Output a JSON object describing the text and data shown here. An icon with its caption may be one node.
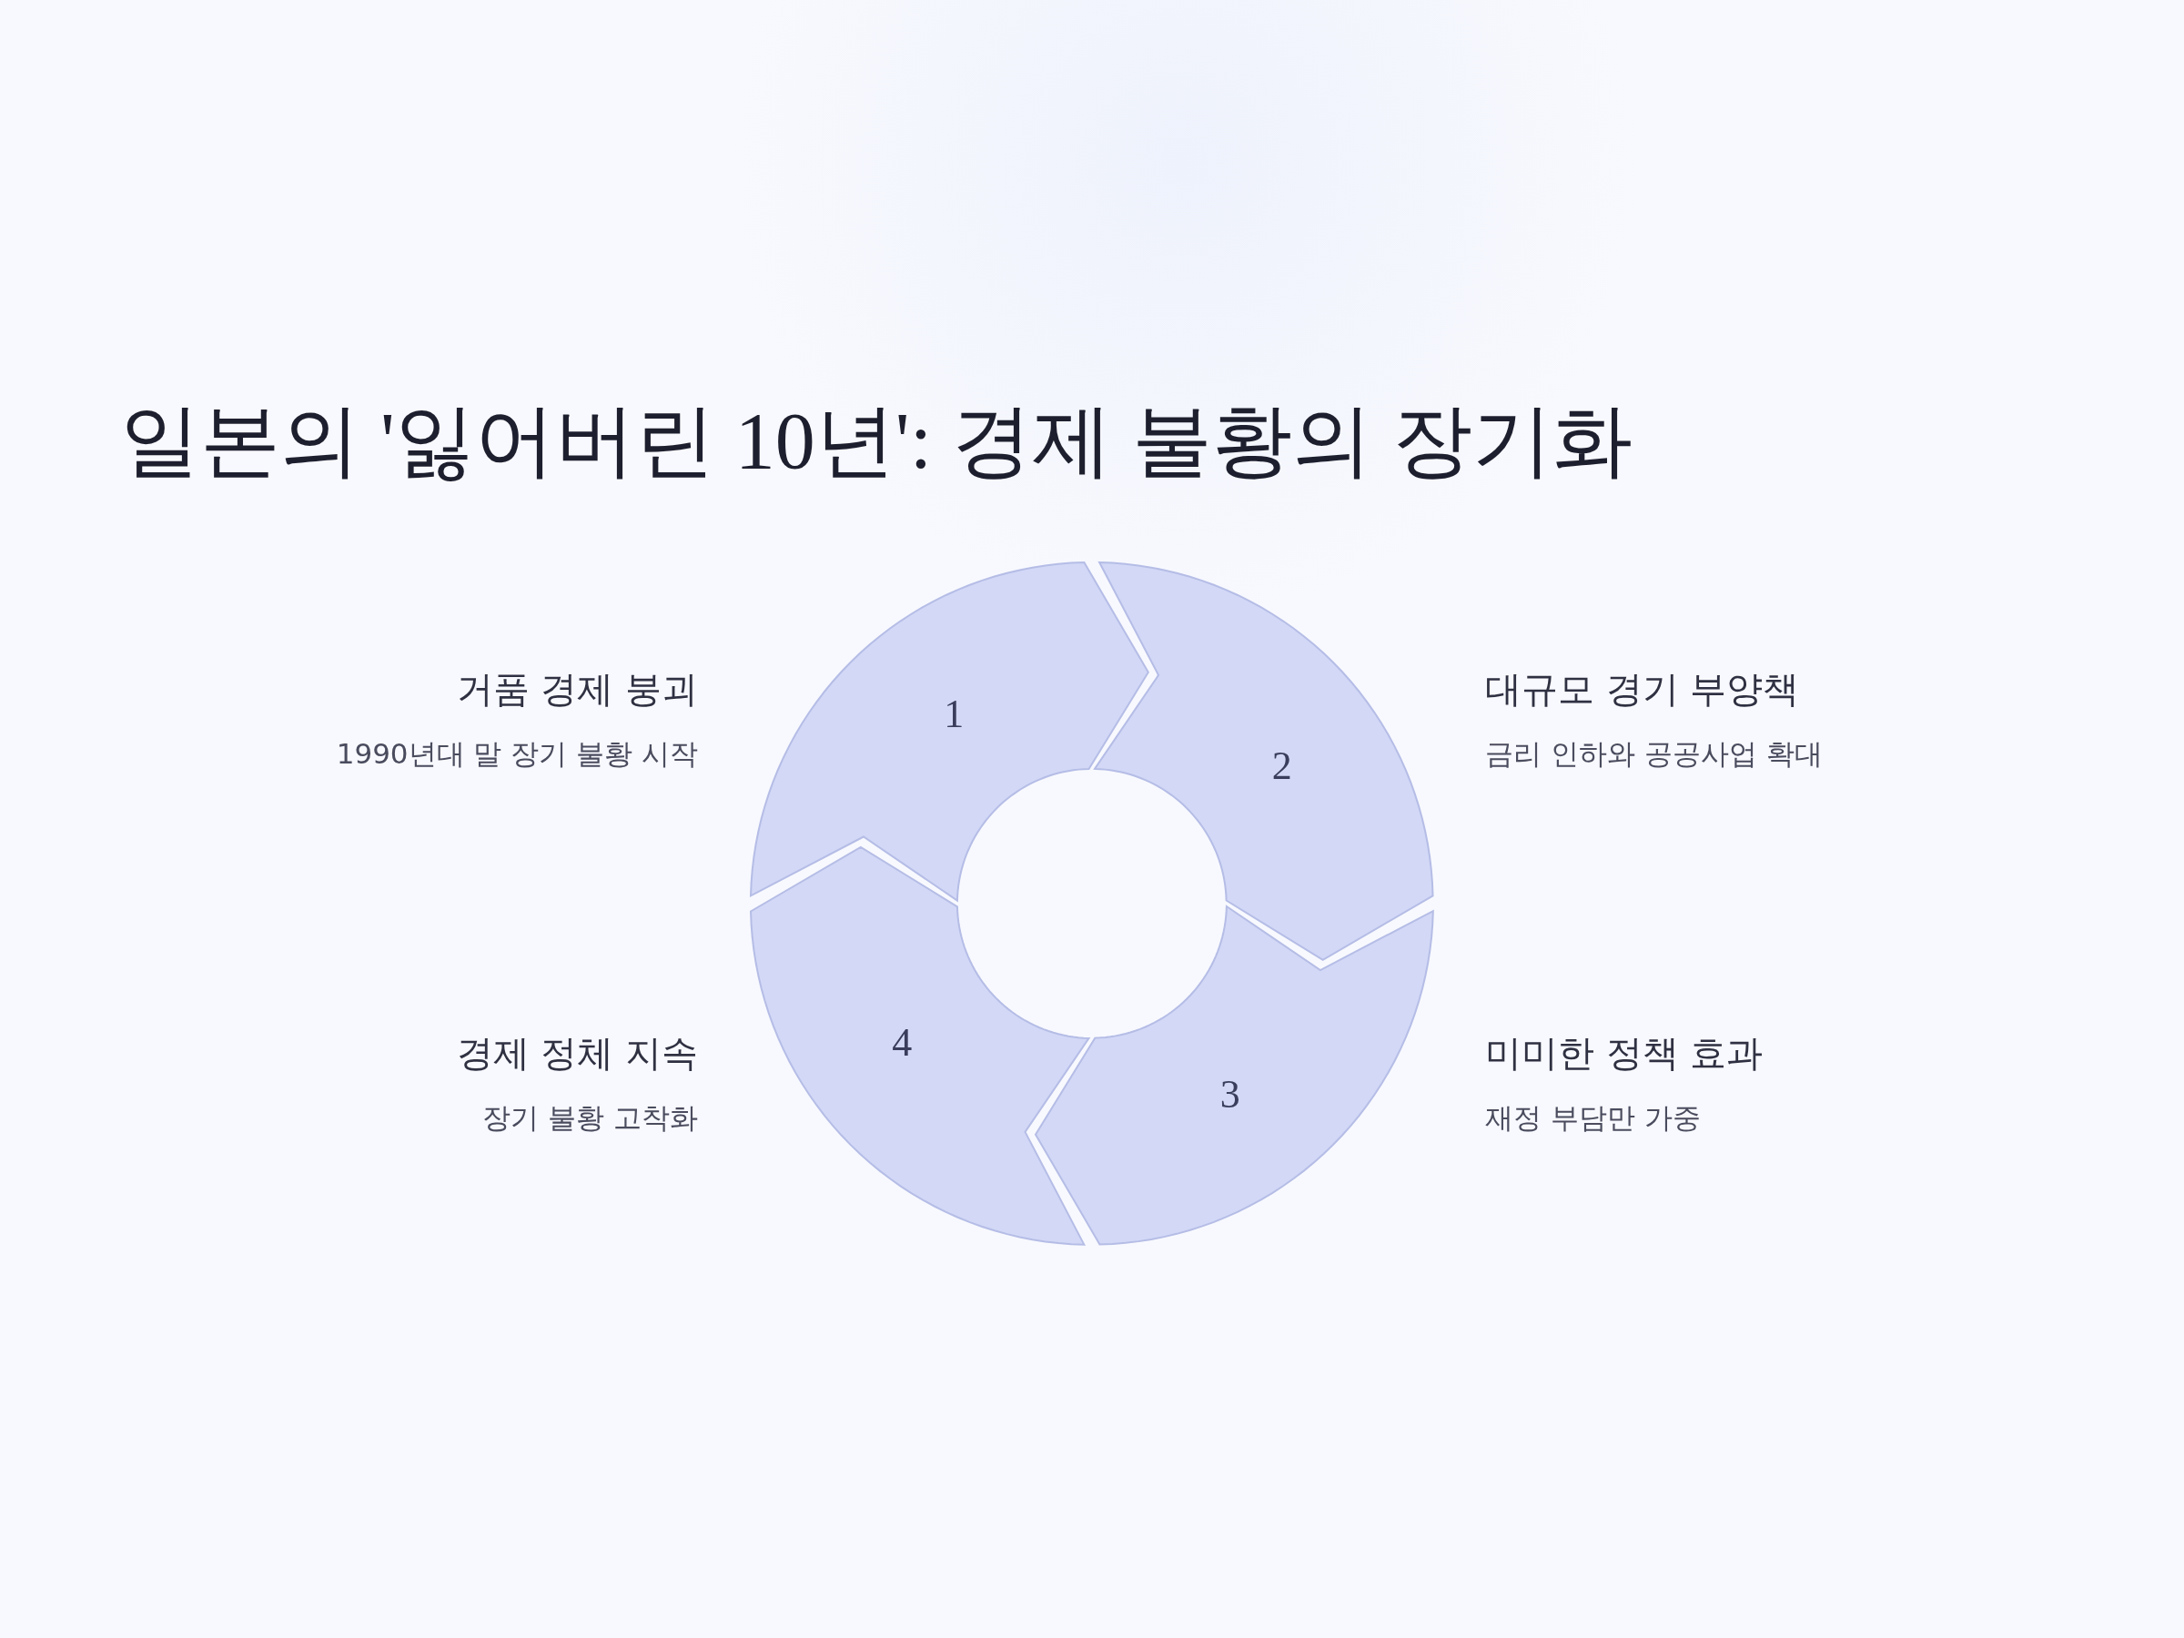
{
  "diagram": {
    "title": "일본의 '잃어버린 10년': 경제 불황의 장기화",
    "nodes": [
      {
        "text": [
          "1"
        ],
        "beside": [
          "거품 경제 붕괴",
          "1990년대 말 장기 불황 시작"
        ]
      },
      {
        "text": [
          "2"
        ],
        "beside": [
          "대규모 경기 부양책",
          "금리 인하와 공공사업 확대"
        ]
      },
      {
        "text": [
          "3"
        ],
        "beside": [
          "미미한 정책 효과",
          "재정 부담만 가중"
        ]
      },
      {
        "text": [
          "4"
        ],
        "beside": [
          "경제 정체 지속",
          "장기 불황 고착화"
        ]
      }
    ]
  }
}
